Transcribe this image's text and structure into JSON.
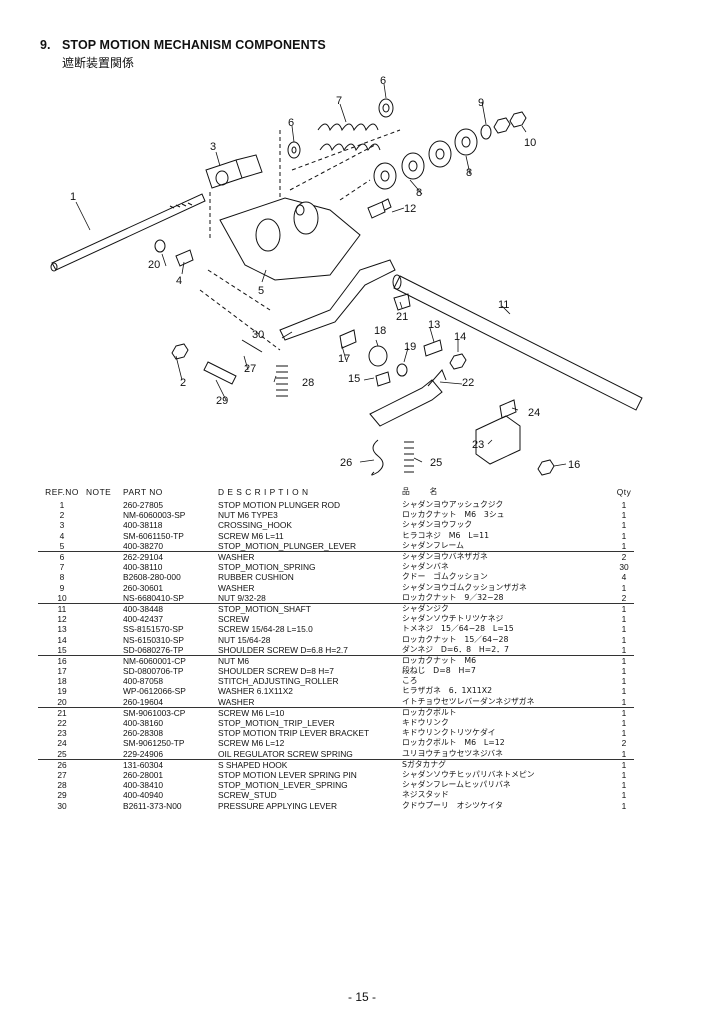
{
  "header": {
    "section_number": "9.",
    "section_title": "STOP MOTION MECHANISM COMPONENTS",
    "subtitle_jp": "遮断装置関係"
  },
  "callouts": [
    "1",
    "2",
    "2",
    "3",
    "4",
    "5",
    "6",
    "6",
    "7",
    "8",
    "8",
    "9",
    "10",
    "11",
    "12",
    "13",
    "14",
    "15",
    "16",
    "17",
    "18",
    "19",
    "20",
    "21",
    "22",
    "23",
    "24",
    "25",
    "26",
    "27",
    "28",
    "29",
    "30"
  ],
  "table": {
    "headers": {
      "ref_no": "REF.NO",
      "note": "NOTE",
      "part_no": "PART NO",
      "description": "D E S C R I P T I O N",
      "name_jp": "品　名",
      "qty": "Qty"
    },
    "rows": [
      {
        "ref": "1",
        "note": "",
        "part": "260-27805",
        "desc": "STOP MOTION PLUNGER ROD",
        "jp": "シャダンヨウアッシュクジク",
        "qty": "1"
      },
      {
        "ref": "2",
        "note": "",
        "part": "NM-6060003-SP",
        "desc": "NUT M6 TYPE3",
        "jp": "ロッカクナット　M6　3シュ",
        "qty": "1"
      },
      {
        "ref": "3",
        "note": "",
        "part": "400-38118",
        "desc": "CROSSING_HOOK",
        "jp": "シャダンヨウフック",
        "qty": "1"
      },
      {
        "ref": "4",
        "note": "",
        "part": "SM-6061150-TP",
        "desc": "SCREW M6 L=11",
        "jp": "ヒラコネジ　M6　L=11",
        "qty": "1"
      },
      {
        "ref": "5",
        "note": "",
        "part": "400-38270",
        "desc": "STOP_MOTION_PLUNGER_LEVER",
        "jp": "シャダンフレーム",
        "qty": "1"
      },
      {
        "ref": "6",
        "note": "",
        "part": "262-29104",
        "desc": "WASHER",
        "jp": "シャダンヨウバネザガネ",
        "qty": "2"
      },
      {
        "ref": "7",
        "note": "",
        "part": "400-38110",
        "desc": "STOP_MOTION_SPRING",
        "jp": "シャダンバネ",
        "qty": "30"
      },
      {
        "ref": "8",
        "note": "",
        "part": "B2608-280-000",
        "desc": "RUBBER CUSHION",
        "jp": "クドー　ゴムクッション",
        "qty": "4"
      },
      {
        "ref": "9",
        "note": "",
        "part": "260-30601",
        "desc": "WASHER",
        "jp": "シャダンヨウゴムクッションザガネ",
        "qty": "1"
      },
      {
        "ref": "10",
        "note": "",
        "part": "NS-6680410-SP",
        "desc": "NUT  9/32-28",
        "jp": "ロッカクナット　9／32−28",
        "qty": "2"
      },
      {
        "ref": "11",
        "note": "",
        "part": "400-38448",
        "desc": "STOP_MOTION_SHAFT",
        "jp": "シャダンジク",
        "qty": "1"
      },
      {
        "ref": "12",
        "note": "",
        "part": "400-42437",
        "desc": "SCREW",
        "jp": "シャダンソウチトリツケネジ",
        "qty": "1"
      },
      {
        "ref": "13",
        "note": "",
        "part": "SS-8151570-SP",
        "desc": "SCREW 15/64-28 L=15.0",
        "jp": "トメネジ　15／64−28　L=15",
        "qty": "1"
      },
      {
        "ref": "14",
        "note": "",
        "part": "NS-6150310-SP",
        "desc": "NUT 15/64-28",
        "jp": "ロッカクナット　15／64−28",
        "qty": "1"
      },
      {
        "ref": "15",
        "note": "",
        "part": "SD-0680276-TP",
        "desc": "SHOULDER SCREW D=6.8 H=2.7",
        "jp": "ダンネジ　D=6．8　H=2．7",
        "qty": "1"
      },
      {
        "ref": "16",
        "note": "",
        "part": "NM-6060001-CP",
        "desc": "NUT M6",
        "jp": "ロッカクナット　M6",
        "qty": "1"
      },
      {
        "ref": "17",
        "note": "",
        "part": "SD-0800706-TP",
        "desc": "SHOULDER SCREW D=8 H=7",
        "jp": "段ねじ　D=8　H=7",
        "qty": "1"
      },
      {
        "ref": "18",
        "note": "",
        "part": "400-87058",
        "desc": "STITCH_ADJUSTING_ROLLER",
        "jp": "ころ",
        "qty": "1"
      },
      {
        "ref": "19",
        "note": "",
        "part": "WP-0612066-SP",
        "desc": "WASHER 6.1X11X2",
        "jp": "ヒラザガネ　6．1X11X2",
        "qty": "1"
      },
      {
        "ref": "20",
        "note": "",
        "part": "260-19604",
        "desc": "WASHER",
        "jp": "イトチョウセツレバーダンネジザガネ",
        "qty": "1"
      },
      {
        "ref": "21",
        "note": "",
        "part": "SM-9061003-CP",
        "desc": "SCREW M6 L=10",
        "jp": "ロッカクボルト",
        "qty": "1"
      },
      {
        "ref": "22",
        "note": "",
        "part": "400-38160",
        "desc": "STOP_MOTION_TRIP_LEVER",
        "jp": "キドウリンク",
        "qty": "1"
      },
      {
        "ref": "23",
        "note": "",
        "part": "260-28308",
        "desc": "STOP MOTION TRIP LEVER BRACKET",
        "jp": "キドウリンクトリツケダイ",
        "qty": "1"
      },
      {
        "ref": "24",
        "note": "",
        "part": "SM-9061250-TP",
        "desc": "SCREW M6 L=12",
        "jp": "ロッカクボルト　M6　L=12",
        "qty": "2"
      },
      {
        "ref": "25",
        "note": "",
        "part": "229-24906",
        "desc": "OIL REGULATOR SCREW SPRING",
        "jp": "ユリヨウチョウセツネジバネ",
        "qty": "1"
      },
      {
        "ref": "26",
        "note": "",
        "part": "131-60304",
        "desc": "S SHAPED HOOK",
        "jp": "Sガタカナグ",
        "qty": "1"
      },
      {
        "ref": "27",
        "note": "",
        "part": "260-28001",
        "desc": "STOP MOTION LEVER SPRING PIN",
        "jp": "シャダンソウチヒッパリバネトメピン",
        "qty": "1"
      },
      {
        "ref": "28",
        "note": "",
        "part": "400-38410",
        "desc": "STOP_MOTION_LEVER_SPRING",
        "jp": "シャダンフレームヒッパリバネ",
        "qty": "1"
      },
      {
        "ref": "29",
        "note": "",
        "part": "400-40940",
        "desc": "SCREW_STUD",
        "jp": "ネジスタッド",
        "qty": "1"
      },
      {
        "ref": "30",
        "note": "",
        "part": "B2611-373-N00",
        "desc": "PRESSURE APPLYING LEVER",
        "jp": "クドウプーリ　オシツケイタ",
        "qty": "1"
      }
    ]
  },
  "footer": {
    "page_number": "- 15 -"
  }
}
